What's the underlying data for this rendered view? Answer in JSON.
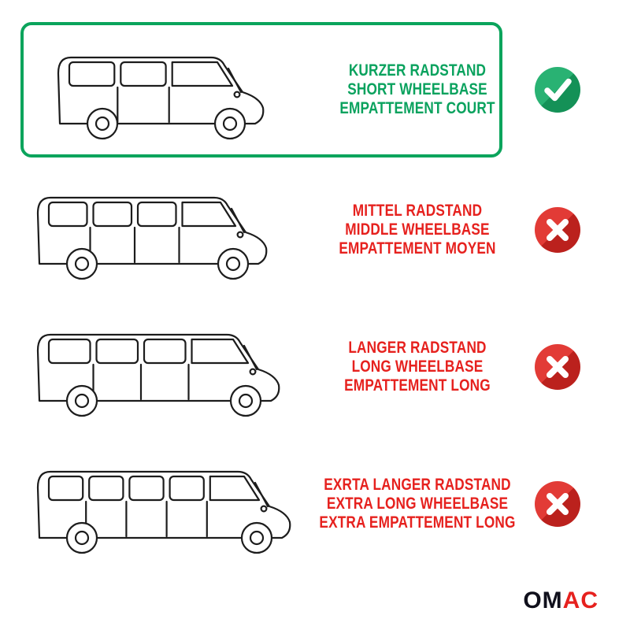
{
  "accent": {
    "green": "#0ba45c",
    "red": "#e6211e",
    "ink": "#1c1c1c"
  },
  "rows": [
    {
      "id": "short",
      "lines": [
        "KURZER RADSTAND",
        "SHORT WHEELBASE",
        "EMPATTEMENT COURT"
      ],
      "selected": true,
      "status_icon": "check-icon"
    },
    {
      "id": "middle",
      "lines": [
        "MITTEL RADSTAND",
        "MIDDLE WHEELBASE",
        "EMPATTEMENT MOYEN"
      ],
      "selected": false,
      "status_icon": "x-icon"
    },
    {
      "id": "long",
      "lines": [
        "LANGER RADSTAND",
        "LONG WHEELBASE",
        "EMPATTEMENT LONG"
      ],
      "selected": false,
      "status_icon": "x-icon"
    },
    {
      "id": "extra-long",
      "lines": [
        "EXRTA LANGER RADSTAND",
        "EXTRA LONG WHEELBASE",
        "EXTRA EMPATTEMENT LONG"
      ],
      "selected": false,
      "status_icon": "x-icon"
    }
  ],
  "logo": {
    "part1": "OM",
    "part2": "AC"
  }
}
